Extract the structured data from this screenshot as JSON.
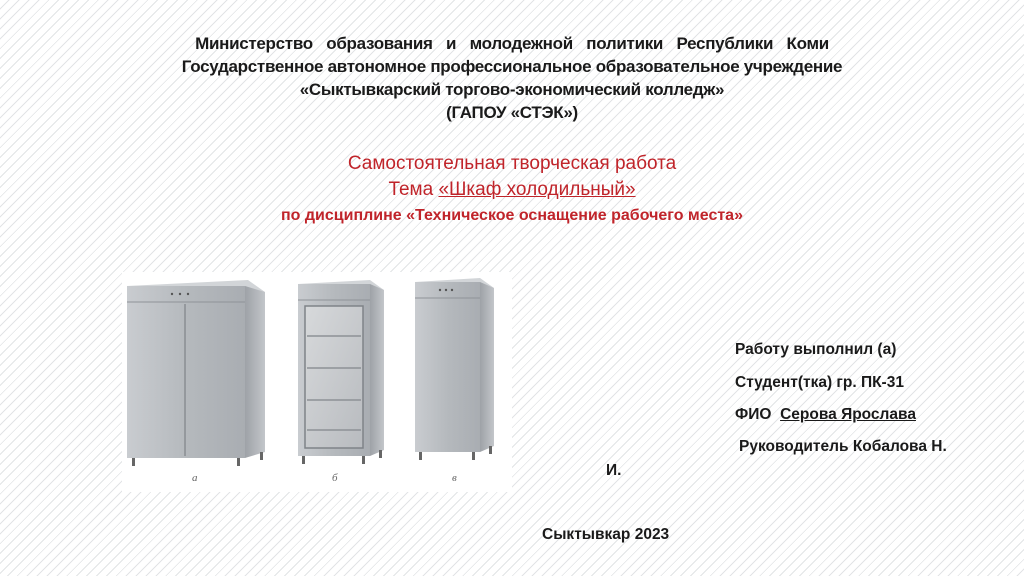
{
  "header": {
    "ministry": "Министерство образования и молодежной политики Республики Коми",
    "institution": "Государственное автономное профессиональное образовательное учреждение",
    "college": "«Сыктывкарский торгово-экономический колледж»",
    "abbr": "(ГАПОУ «СТЭК»)"
  },
  "work": {
    "type": "Самостоятельная творческая работа",
    "topic_prefix": "Тема ",
    "topic": "«Шкаф холодильный»",
    "discipline": "по дисциплине «Техническое оснащение рабочего места»"
  },
  "figure": {
    "captions": [
      "а",
      "б",
      "в"
    ]
  },
  "author": {
    "done_by": "Работу выполнил (а)",
    "student": "Студент(тка) гр. ПК-31",
    "fio_label": "ФИО",
    "fio_name": "Серова Ярослава",
    "supervisor": "Руководитель  Кобалова Н.",
    "initial": "И."
  },
  "footer": {
    "city_year": "Сыктывкар 2023"
  },
  "colors": {
    "title_red": "#c0242a",
    "text": "#1a1a1a",
    "steel": "#b8bcc0"
  }
}
